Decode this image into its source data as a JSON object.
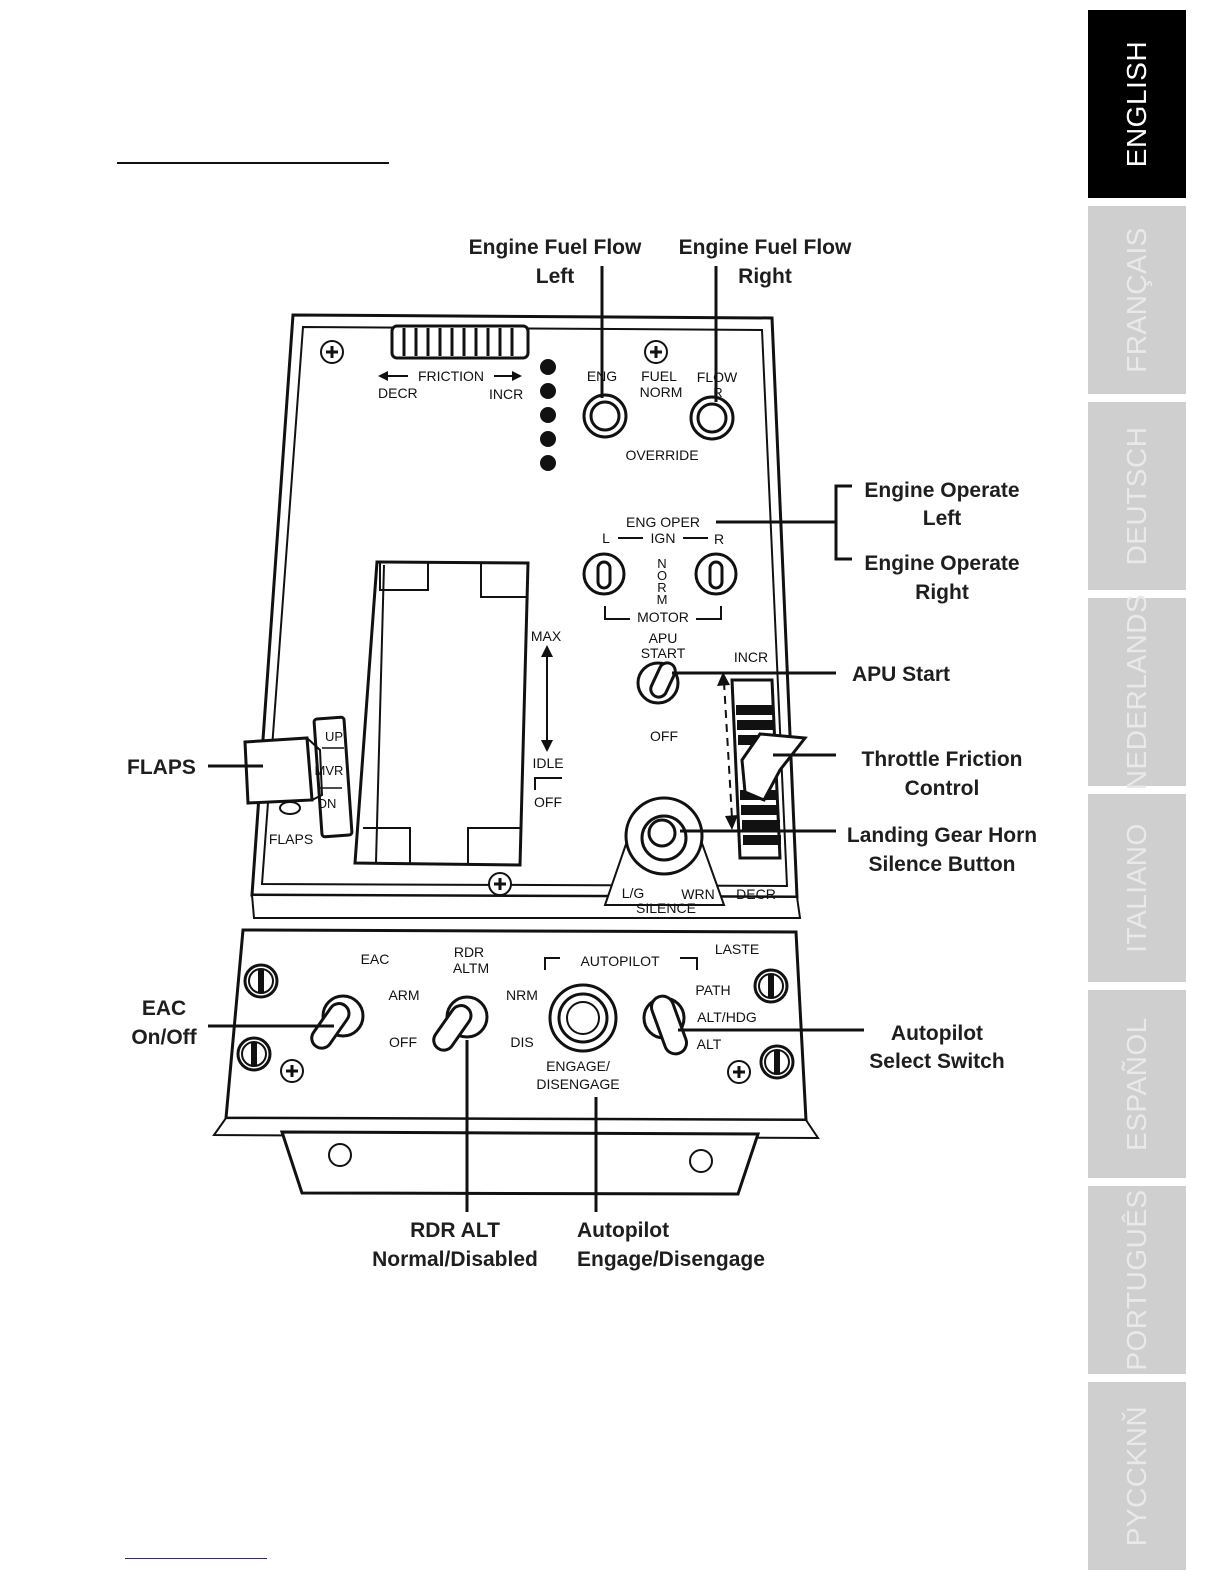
{
  "callouts": {
    "fuel_flow_left": [
      "Engine Fuel Flow",
      "Left"
    ],
    "fuel_flow_right": [
      "Engine Fuel Flow",
      "Right"
    ],
    "engine_operate_left": [
      "Engine Operate",
      "Left"
    ],
    "engine_operate_right": [
      "Engine Operate",
      "Right"
    ],
    "apu_start": "APU Start",
    "flaps": "FLAPS",
    "throttle_friction": [
      "Throttle Friction",
      "Control"
    ],
    "landing_gear_horn": [
      "Landing Gear Horn",
      "Silence Button"
    ],
    "eac": [
      "EAC",
      "On/Off"
    ],
    "autopilot_select": [
      "Autopilot",
      "Select Switch"
    ],
    "rdr_alt": [
      "RDR ALT",
      "Normal/Disabled"
    ],
    "autopilot_engage": [
      "Autopilot",
      "Engage/Disengage"
    ]
  },
  "panel_labels": {
    "friction": "FRICTION",
    "decr": "DECR",
    "incr": "INCR",
    "eng": "ENG",
    "fuel": "FUEL",
    "norm": "NORM",
    "flow": "FLOW",
    "r": "R",
    "override": "OVERRIDE",
    "eng_oper": "ENG OPER",
    "l": "L",
    "ign": "IGN",
    "norm_vertical": [
      "N",
      "O",
      "R",
      "M"
    ],
    "motor": "MOTOR",
    "apu": "APU",
    "start": "START",
    "off": "OFF",
    "max": "MAX",
    "idle": "IDLE",
    "up": "UP",
    "mvr": "MVR",
    "dn": "DN",
    "lg": "L/G",
    "wrn": "WRN",
    "silence": "SILENCE",
    "eac": "EAC",
    "rdr": "RDR",
    "altm": "ALTM",
    "autopilot": "AUTOPILOT",
    "laste": "LASTE",
    "arm": "ARM",
    "nrm": "NRM",
    "dis": "DIS",
    "path": "PATH",
    "alt_hdg": "ALT/HDG",
    "alt": "ALT",
    "engage": "ENGAGE/",
    "disengage": "DISENGAGE"
  },
  "language_tabs": [
    {
      "label": "ENGLISH",
      "active": true
    },
    {
      "label": "FRANÇAIS",
      "active": false
    },
    {
      "label": "DEUTSCH",
      "active": false
    },
    {
      "label": "NEDERLANDS",
      "active": false
    },
    {
      "label": "ITALIANO",
      "active": false
    },
    {
      "label": "ESPAÑOL",
      "active": false
    },
    {
      "label": "PORTUGUÊS",
      "active": false
    },
    {
      "label": "PYCCKNŇ",
      "active": false
    }
  ]
}
